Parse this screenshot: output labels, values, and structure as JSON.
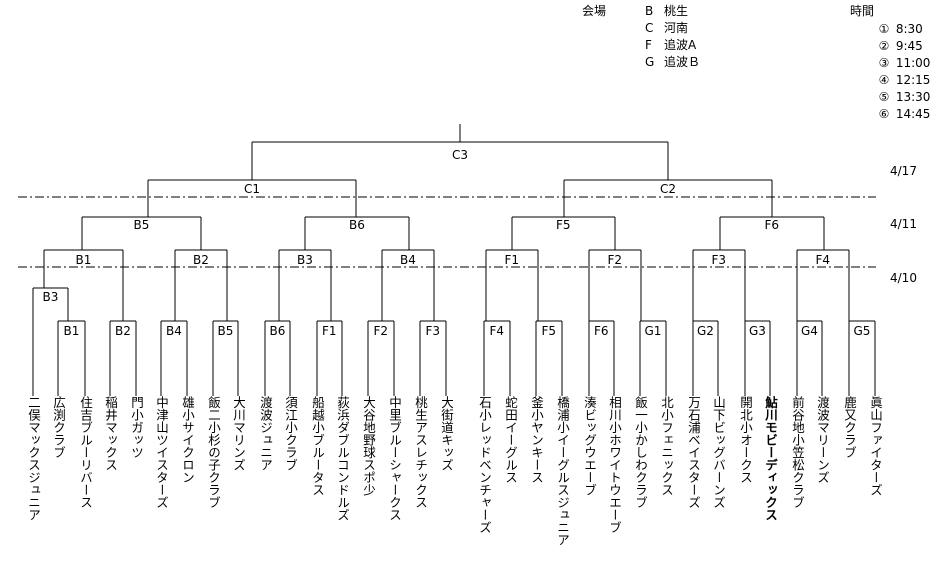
{
  "legend": {
    "venue_title": "会場",
    "venues": [
      {
        "code": "B",
        "name": "桃生"
      },
      {
        "code": "C",
        "name": "河南"
      },
      {
        "code": "F",
        "name": "追波A"
      },
      {
        "code": "G",
        "name": "追波Ｂ"
      }
    ],
    "time_title": "時間",
    "times": [
      {
        "mark": "①",
        "time": "8:30"
      },
      {
        "mark": "②",
        "time": "9:45"
      },
      {
        "mark": "③",
        "time": "11:00"
      },
      {
        "mark": "④",
        "time": "12:15"
      },
      {
        "mark": "⑤",
        "time": "13:30"
      },
      {
        "mark": "⑥",
        "time": "14:45"
      }
    ]
  },
  "dates": [
    "4/17",
    "4/11",
    "4/10"
  ],
  "matches": {
    "final": "C3",
    "semis": [
      "C1",
      "C2"
    ],
    "quarters": [
      "B5",
      "B6",
      "F5",
      "F6"
    ],
    "round3": [
      "B1",
      "B2",
      "B3",
      "B4",
      "F1",
      "F2",
      "F3",
      "F4"
    ],
    "prelim": "B3",
    "round1": [
      "B1",
      "B2",
      "B4",
      "B5",
      "B6",
      "F1",
      "F2",
      "F3",
      "F4",
      "F5",
      "F6",
      "G1",
      "G2",
      "G3",
      "G4",
      "G5"
    ]
  },
  "teams": [
    {
      "name": "二俣マックスジュニア"
    },
    {
      "name": "広渕クラブ"
    },
    {
      "name": "住吉ブルーリバース"
    },
    {
      "name": "稲井マックス"
    },
    {
      "name": "門小ガッツ"
    },
    {
      "name": "中津山ツイスターズ"
    },
    {
      "name": "雄小サイクロン"
    },
    {
      "name": "飯二小杉の子クラブ"
    },
    {
      "name": "大川マリンズ"
    },
    {
      "name": "渡波ジュニア"
    },
    {
      "name": "須江小クラブ"
    },
    {
      "name": "船越小ブルータス"
    },
    {
      "name": "荻浜ダブルコンドルズ"
    },
    {
      "name": "大谷地野球スポ少"
    },
    {
      "name": "中里ブルーシャークス"
    },
    {
      "name": "桃生アスレチックス"
    },
    {
      "name": "大街道キッズ"
    },
    {
      "name": "石小レッドベンチャーズ"
    },
    {
      "name": "蛇田イーグルス"
    },
    {
      "name": "釜小ヤンキース"
    },
    {
      "name": "橋浦小イーグルスジュニア"
    },
    {
      "name": "湊ビッグウエーブ"
    },
    {
      "name": "相川小ホワイトウエーブ"
    },
    {
      "name": "飯一小かしわクラブ"
    },
    {
      "name": "北小フェニックス"
    },
    {
      "name": "万石浦ベイスターズ"
    },
    {
      "name": "山下ビッグバーンズ"
    },
    {
      "name": "開北小オークス"
    },
    {
      "name": "鮎川モビーディックス",
      "bold": true
    },
    {
      "name": "前谷地小笠松クラブ"
    },
    {
      "name": "渡波マリーンズ"
    },
    {
      "name": "鹿又クラブ"
    },
    {
      "name": "眞山ファイターズ"
    }
  ]
}
